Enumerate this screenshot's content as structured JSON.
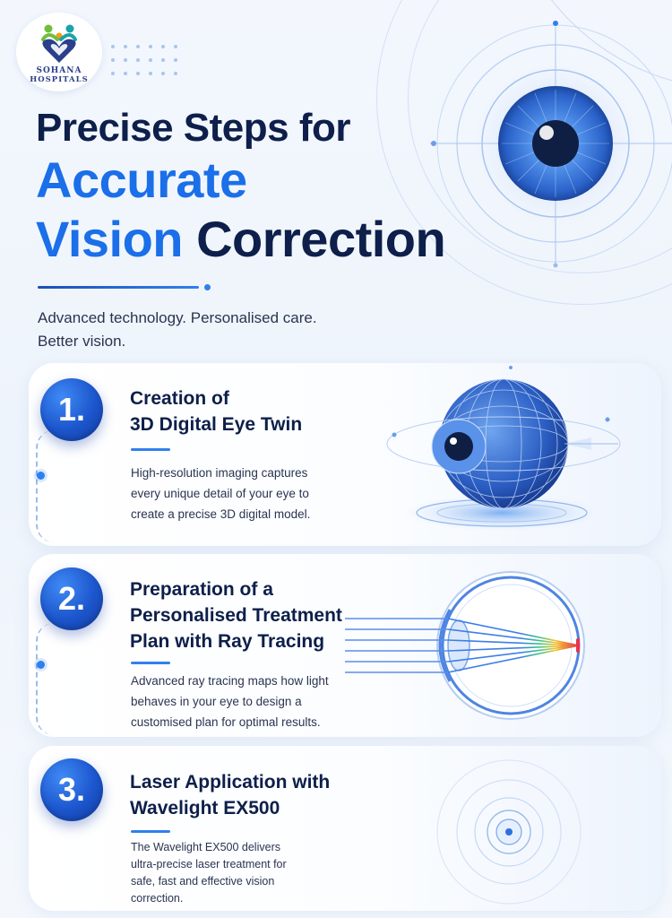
{
  "brand": {
    "name_line1": "SOHANA",
    "name_line2": "HOSPITALS",
    "colors": {
      "blue": "#1b6fe8",
      "navy": "#0d1f4a",
      "logo_green": "#6fbf3a",
      "logo_teal": "#1aa3a8",
      "logo_orange": "#f39c1f"
    }
  },
  "headline": {
    "line1": "Precise Steps for",
    "line2": "Accurate",
    "line3_part1": "Vision",
    "line3_part2": " Correction"
  },
  "subtitle": {
    "line1": "Advanced technology. Personalised care.",
    "line2": "Better vision."
  },
  "steps": [
    {
      "number": "1.",
      "title_lines": [
        "Creation of",
        "3D Digital Eye Twin"
      ],
      "desc_lines": [
        "High-resolution imaging captures",
        "every unique detail of your eye to",
        "create a precise 3D digital model."
      ],
      "icon": "3d-wireframe-eye-icon"
    },
    {
      "number": "2.",
      "title_lines": [
        "Preparation of a",
        "Personalised Treatment",
        "Plan with Ray Tracing"
      ],
      "desc_lines": [
        "Advanced ray tracing maps how light",
        "behaves in your eye to design a",
        "customised plan for optimal results."
      ],
      "icon": "ray-tracing-eye-cross-section-icon"
    },
    {
      "number": "3.",
      "title_lines": [
        "Laser Application with",
        "Wavelight EX500"
      ],
      "desc_lines": [
        "The Wavelight EX500 delivers",
        "ultra-precise laser treatment for",
        "safe, fast and effective vision",
        "correction."
      ],
      "icon": "laser-target-rings-icon"
    }
  ]
}
